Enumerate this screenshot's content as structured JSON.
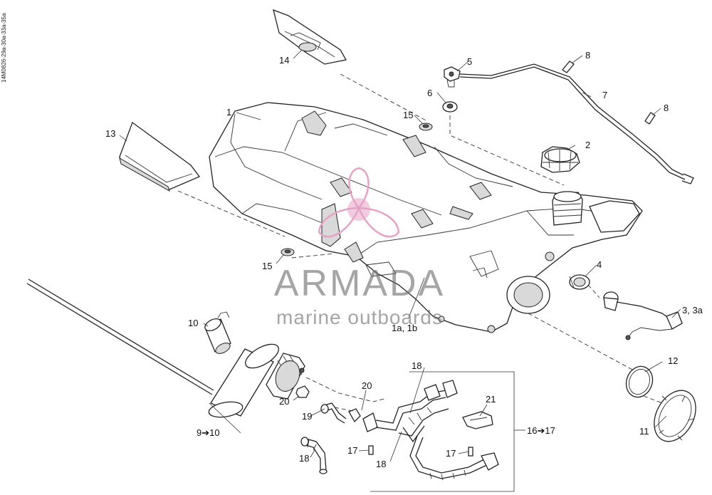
{
  "reference_code": "14M0826-29a-30a-33a-35a",
  "watermark": {
    "brand": "ARMADA",
    "tagline": "marine outboards",
    "logo_icon": "propeller-logo-icon",
    "color": "#e6a3c6"
  },
  "callouts": {
    "c1": "1",
    "c2": "2",
    "c3": "3, 3a",
    "c4": "4",
    "c5": "5",
    "c6": "6",
    "c7": "7",
    "c8a": "8",
    "c8b": "8",
    "c9": "9➔10",
    "c10": "10",
    "c11": "11",
    "c12": "12",
    "c13": "13",
    "c14": "14",
    "c15a": "15",
    "c15b": "15",
    "c16": "16➔17",
    "c17a": "17",
    "c17b": "17",
    "c18a": "18",
    "c18b": "18",
    "c18c": "18",
    "c19": "19",
    "c20a": "20",
    "c20b": "20",
    "c21": "21",
    "c1ab": "1a, 1b"
  }
}
